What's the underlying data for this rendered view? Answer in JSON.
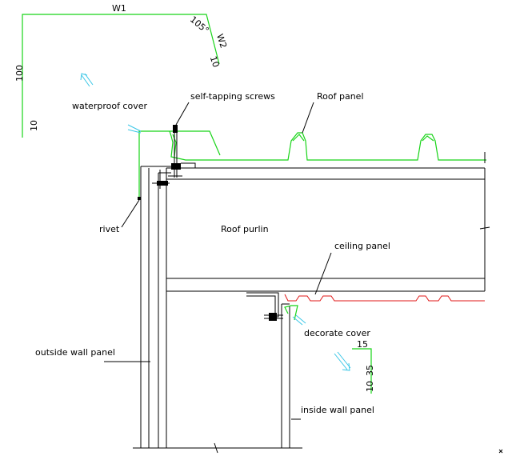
{
  "labels": {
    "waterproof_cover": "waterproof cover",
    "self_tapping_screws": "self-tapping screws",
    "roof_panel": "Roof panel",
    "rivet": "rivet",
    "roof_purlin": "Roof purlin",
    "ceiling_panel": "ceiling panel",
    "decorate_cover": "decorate cover",
    "outside_wall_panel": "outside wall panel",
    "inside_wall_panel": "inside wall panel"
  },
  "dimensions": {
    "w1": "W1",
    "angle": "105°",
    "w2": "W2",
    "w2_len": "10",
    "height": "100",
    "lip": "10",
    "dc_top": "15",
    "dc_height": "35",
    "dc_lip": "10"
  },
  "colors": {
    "line": "#000000",
    "flashing": "#18d418",
    "ceiling": "#e01818",
    "arrow": "#39c6e6"
  }
}
